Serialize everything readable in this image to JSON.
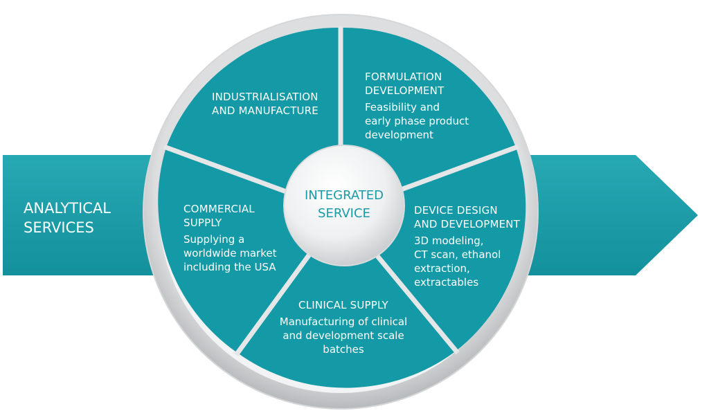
{
  "arrow": {
    "line1": "ANALYTICAL",
    "line2": "SERVICES",
    "color": "#1a9ba7"
  },
  "hub": {
    "line1": "INTEGRATED",
    "line2": "SERVICE",
    "text_color": "#1a9aa6"
  },
  "segment_color": "#139aa6",
  "ring_color": "#c9cbcd",
  "segments": [
    {
      "title_lines": [
        "INDUSTRIALISATION",
        "AND MANUFACTURE"
      ],
      "desc_lines": []
    },
    {
      "title_lines": [
        "FORMULATION",
        "DEVELOPMENT"
      ],
      "desc_lines": [
        "Feasibility and",
        "early phase product",
        "development"
      ]
    },
    {
      "title_lines": [
        "DEVICE DESIGN",
        "AND DEVELOPMENT"
      ],
      "desc_lines": [
        "3D modeling,",
        "CT scan, ethanol",
        "extraction,",
        "extractables"
      ]
    },
    {
      "title_lines": [
        "CLINICAL SUPPLY"
      ],
      "desc_lines": [
        "Manufacturing of clinical",
        "and development scale",
        "batches"
      ]
    },
    {
      "title_lines": [
        "COMMERCIAL",
        "SUPPLY"
      ],
      "desc_lines": [
        "Supplying a",
        "worldwide market",
        "including the USA"
      ]
    }
  ]
}
